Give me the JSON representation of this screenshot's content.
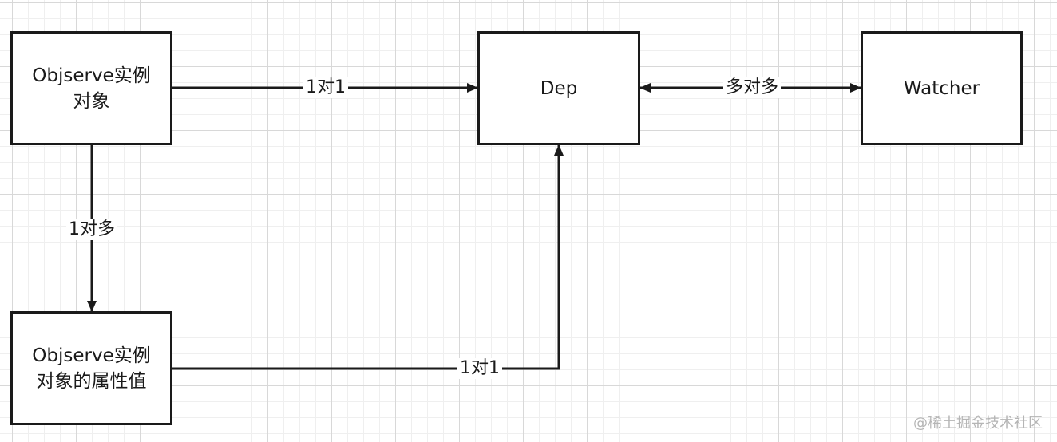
{
  "nodes": {
    "observer": "Objserve实例\n对象",
    "property": "Objserve实例\n对象的属性值",
    "dep": "Dep",
    "watcher": "Watcher"
  },
  "edges": {
    "observer_dep": "1对1",
    "dep_watcher": "多对多",
    "observer_property": "1对多",
    "property_dep": "1对1"
  },
  "watermark": "@稀土掘金技术社区",
  "colors": {
    "stroke": "#1a1a1a",
    "grid": "#d8d8d8",
    "background": "#ffffff"
  }
}
